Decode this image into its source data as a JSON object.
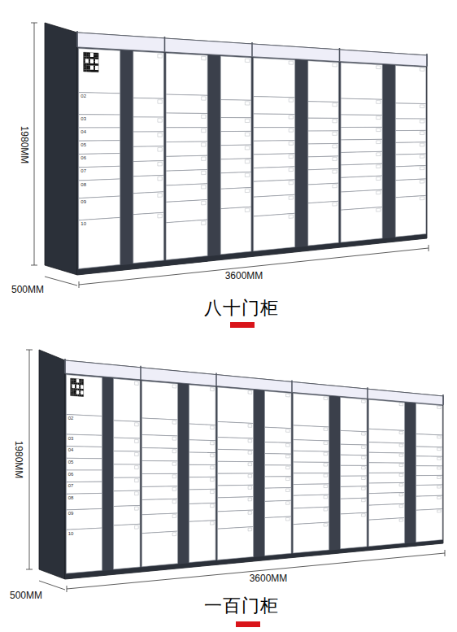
{
  "diagram": {
    "labels": [
      "1980MM",
      "3600MM",
      "500MM",
      "八十门柜",
      "02",
      "03",
      "04",
      "05",
      "06",
      "07",
      "08",
      "09",
      "10",
      "1980MM",
      "3600MM",
      "500MM",
      "一百门柜",
      "02",
      "03",
      "04",
      "05",
      "06",
      "07",
      "08",
      "09",
      "10"
    ]
  }
}
